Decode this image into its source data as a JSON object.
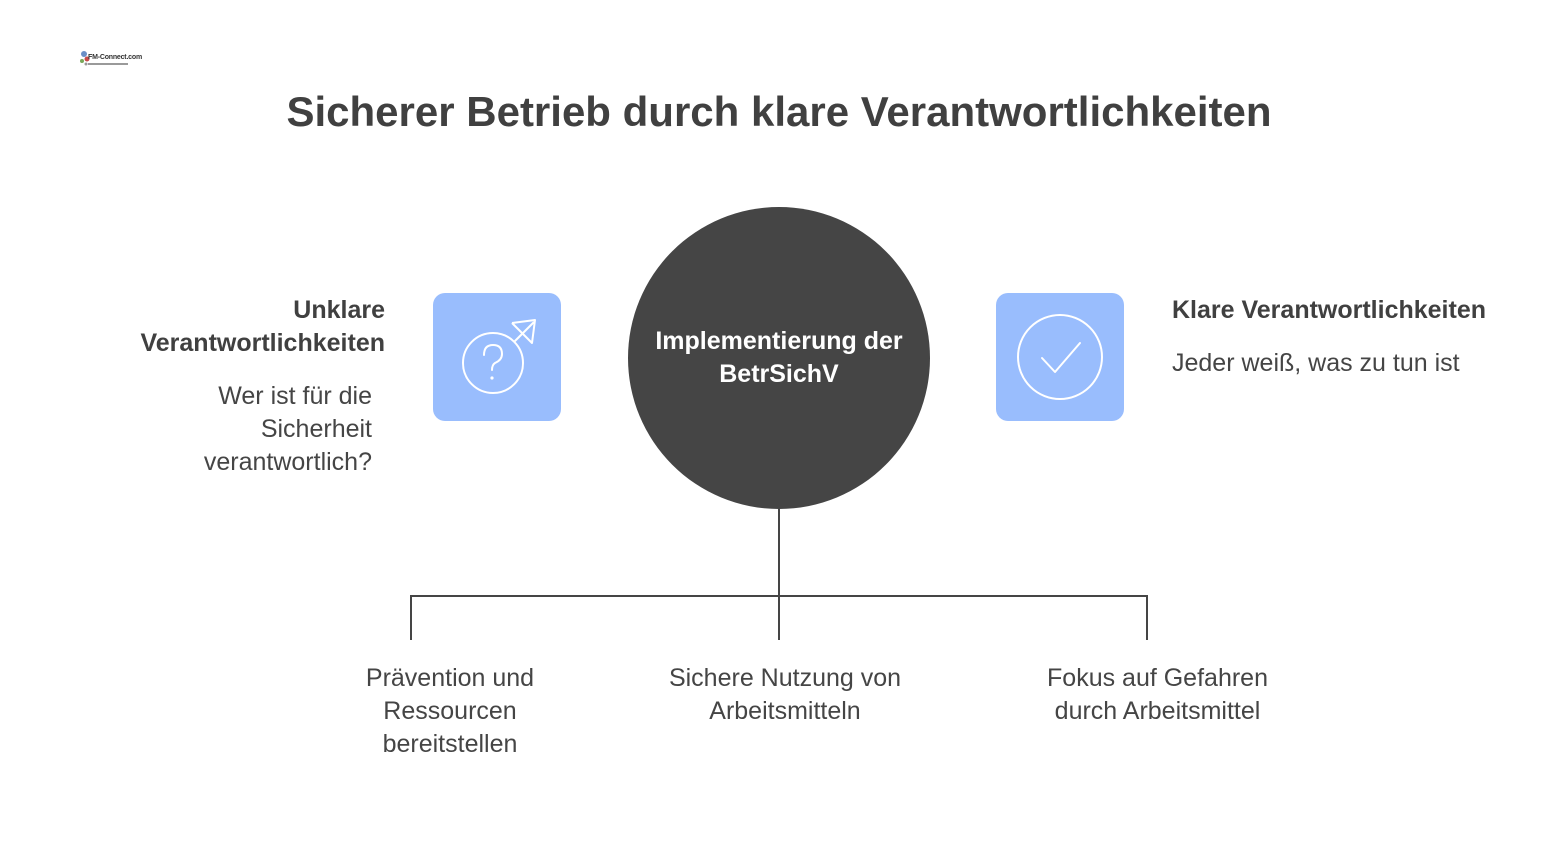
{
  "logo": {
    "text": "FM-Connect.com"
  },
  "title": "Sicherer Betrieb durch klare Verantwortlichkeiten",
  "center": {
    "label": "Implementierung der BetrSichV"
  },
  "left": {
    "heading": "Unklare Verantwortlichkeiten",
    "description": "Wer ist für die Sicherheit verantwortlich?",
    "icon": "question-direction-icon"
  },
  "right": {
    "heading": "Klare Verantwortlichkeiten",
    "description": "Jeder weiß, was zu tun ist",
    "icon": "check-circle-icon"
  },
  "branches": [
    {
      "label": "Prävention und Ressourcen bereitstellen"
    },
    {
      "label": "Sichere Nutzung von Arbeitsmitteln"
    },
    {
      "label": "Fokus auf Gefahren durch Arbeitsmittel"
    }
  ],
  "colors": {
    "center_circle": "#454545",
    "icon_box": "#99bdfd",
    "text": "#404040",
    "connector": "#454545"
  }
}
